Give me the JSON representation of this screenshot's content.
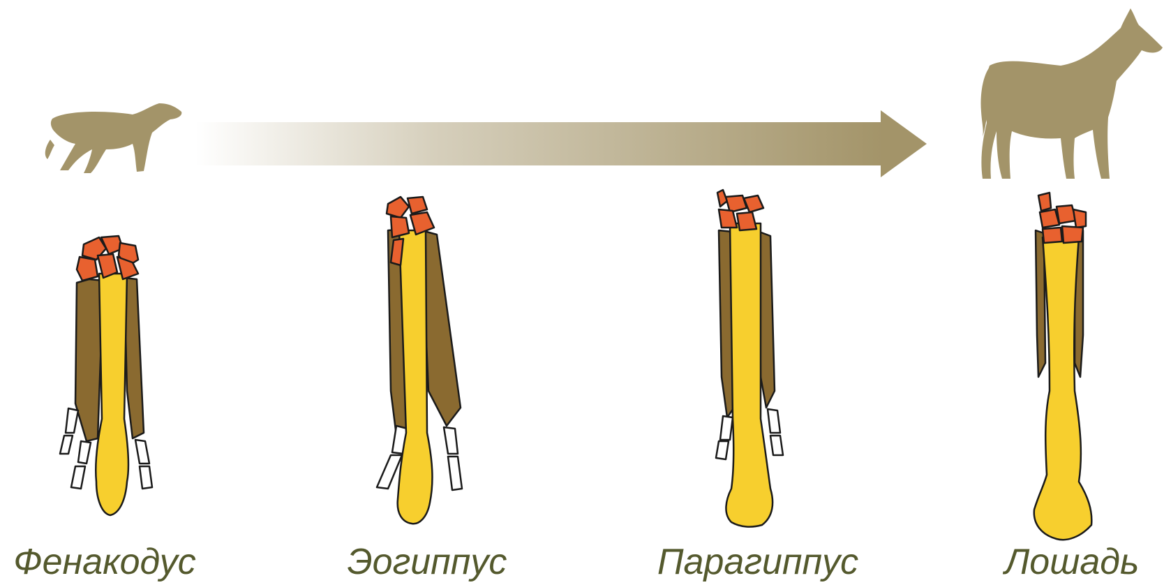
{
  "diagram": {
    "colors": {
      "silhouette": "#a39469",
      "arrow": "#a39469",
      "carpal": "#e8612f",
      "main_bone": "#f7cf2e",
      "side_bone": "#8a6a30",
      "minor_bone": "#ffffff",
      "outline": "#1a1a1a",
      "label": "#54592d"
    },
    "stages": [
      {
        "name": "Фенакодус",
        "animal": "phenacodus-silhouette",
        "limb": "five-toed-foot"
      },
      {
        "name": "Эогиппус",
        "animal": null,
        "limb": "four-toed-foot"
      },
      {
        "name": "Парагиппус",
        "animal": null,
        "limb": "three-toed-foot"
      },
      {
        "name": "Лошадь",
        "animal": "horse-silhouette",
        "limb": "single-hoof-foot"
      }
    ]
  }
}
